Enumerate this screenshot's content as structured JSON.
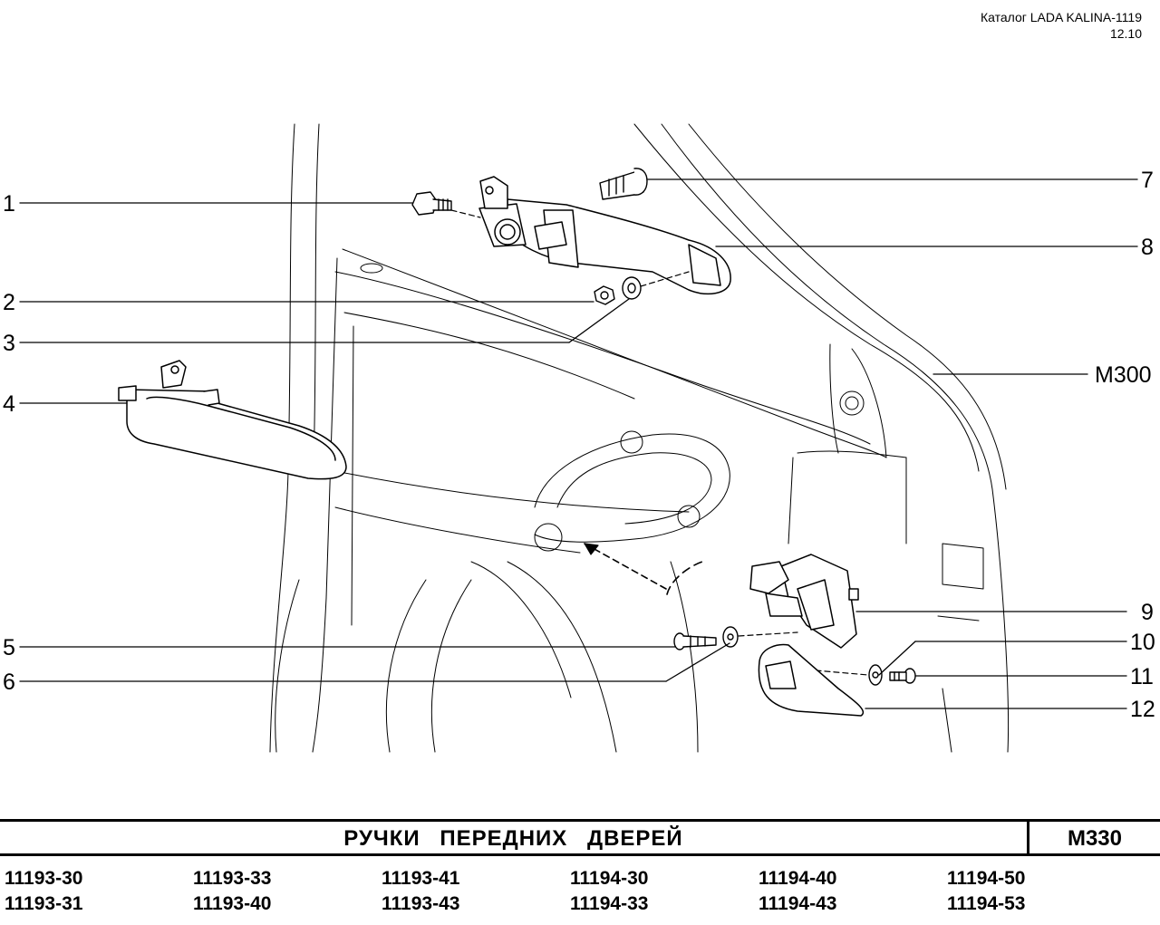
{
  "header": {
    "catalog": "Каталог LADA KALINA-1119",
    "date": "12.10"
  },
  "callouts": [
    {
      "num": "1"
    },
    {
      "num": "2"
    },
    {
      "num": "3"
    },
    {
      "num": "4"
    },
    {
      "num": "5"
    },
    {
      "num": "6"
    },
    {
      "num": "7"
    },
    {
      "num": "8"
    },
    {
      "num": "9"
    },
    {
      "num": "10"
    },
    {
      "num": "11"
    },
    {
      "num": "12"
    }
  ],
  "reference_label": "M300",
  "title_block": {
    "title": "РУЧКИ ПЕРЕДНИХ ДВЕРЕЙ",
    "code": "M330"
  },
  "models": [
    [
      "11193-30",
      "11193-31"
    ],
    [
      "11193-33",
      "11193-40"
    ],
    [
      "11193-41",
      "11193-43"
    ],
    [
      "11194-30",
      "11194-33"
    ],
    [
      "11194-40",
      "11194-43"
    ],
    [
      "11194-50",
      "11194-53"
    ]
  ]
}
